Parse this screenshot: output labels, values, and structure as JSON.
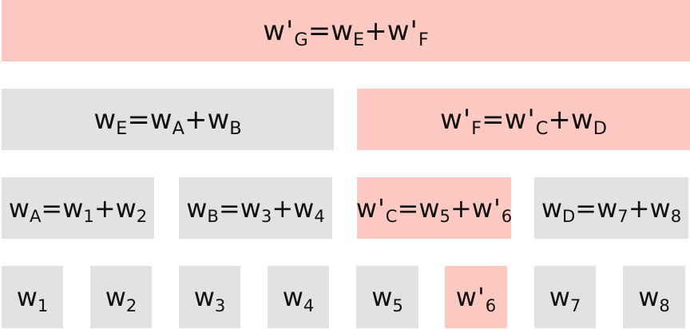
{
  "colors": {
    "normal_node": "#e2e2e4",
    "updated_node": "#fdc9c0",
    "text": "#111111"
  },
  "tree": {
    "root": {
      "id": "g",
      "updated": true,
      "label": [
        {
          "t": "w"
        },
        {
          "t": "'",
          "prime": true
        },
        {
          "t": "G",
          "sub": true
        },
        {
          "t": "=w"
        },
        {
          "t": "E",
          "sub": true
        },
        {
          "t": "+w"
        },
        {
          "t": "'",
          "prime": true
        },
        {
          "t": "F",
          "sub": true
        }
      ]
    },
    "level1": [
      {
        "id": "e",
        "updated": false,
        "label": [
          {
            "t": "w"
          },
          {
            "t": "E",
            "sub": true
          },
          {
            "t": "=w"
          },
          {
            "t": "A",
            "sub": true
          },
          {
            "t": "+w"
          },
          {
            "t": "B",
            "sub": true
          }
        ]
      },
      {
        "id": "f",
        "updated": true,
        "label": [
          {
            "t": "w"
          },
          {
            "t": "'",
            "prime": true
          },
          {
            "t": "F",
            "sub": true
          },
          {
            "t": "=w"
          },
          {
            "t": "'",
            "prime": true
          },
          {
            "t": "C",
            "sub": true
          },
          {
            "t": "+w"
          },
          {
            "t": "D",
            "sub": true
          }
        ]
      }
    ],
    "level2": [
      {
        "id": "a",
        "updated": false,
        "label": [
          {
            "t": "w"
          },
          {
            "t": "A",
            "sub": true
          },
          {
            "t": "=w"
          },
          {
            "t": "1",
            "sub": true
          },
          {
            "t": "+w"
          },
          {
            "t": "2",
            "sub": true
          }
        ]
      },
      {
        "id": "b",
        "updated": false,
        "label": [
          {
            "t": "w"
          },
          {
            "t": "B",
            "sub": true
          },
          {
            "t": "=w"
          },
          {
            "t": "3",
            "sub": true
          },
          {
            "t": "+w"
          },
          {
            "t": "4",
            "sub": true
          }
        ]
      },
      {
        "id": "c",
        "updated": true,
        "label": [
          {
            "t": "w"
          },
          {
            "t": "'",
            "prime": true
          },
          {
            "t": "C",
            "sub": true
          },
          {
            "t": "=w"
          },
          {
            "t": "5",
            "sub": true
          },
          {
            "t": "+w"
          },
          {
            "t": "'",
            "prime": true
          },
          {
            "t": "6",
            "sub": true
          }
        ]
      },
      {
        "id": "d",
        "updated": false,
        "label": [
          {
            "t": "w"
          },
          {
            "t": "D",
            "sub": true
          },
          {
            "t": "=w"
          },
          {
            "t": "7",
            "sub": true
          },
          {
            "t": "+w"
          },
          {
            "t": "8",
            "sub": true
          }
        ]
      }
    ],
    "leaves": [
      {
        "id": "1",
        "updated": false,
        "label": [
          {
            "t": "w"
          },
          {
            "t": "1",
            "sub": true
          }
        ]
      },
      {
        "id": "2",
        "updated": false,
        "label": [
          {
            "t": "w"
          },
          {
            "t": "2",
            "sub": true
          }
        ]
      },
      {
        "id": "3",
        "updated": false,
        "label": [
          {
            "t": "w"
          },
          {
            "t": "3",
            "sub": true
          }
        ]
      },
      {
        "id": "4",
        "updated": false,
        "label": [
          {
            "t": "w"
          },
          {
            "t": "4",
            "sub": true
          }
        ]
      },
      {
        "id": "5",
        "updated": false,
        "label": [
          {
            "t": "w"
          },
          {
            "t": "5",
            "sub": true
          }
        ]
      },
      {
        "id": "6",
        "updated": true,
        "label": [
          {
            "t": "w"
          },
          {
            "t": "'",
            "prime": true
          },
          {
            "t": "6",
            "sub": true
          }
        ]
      },
      {
        "id": "7",
        "updated": false,
        "label": [
          {
            "t": "w"
          },
          {
            "t": "7",
            "sub": true
          }
        ]
      },
      {
        "id": "8",
        "updated": false,
        "label": [
          {
            "t": "w"
          },
          {
            "t": "8",
            "sub": true
          }
        ]
      }
    ]
  }
}
